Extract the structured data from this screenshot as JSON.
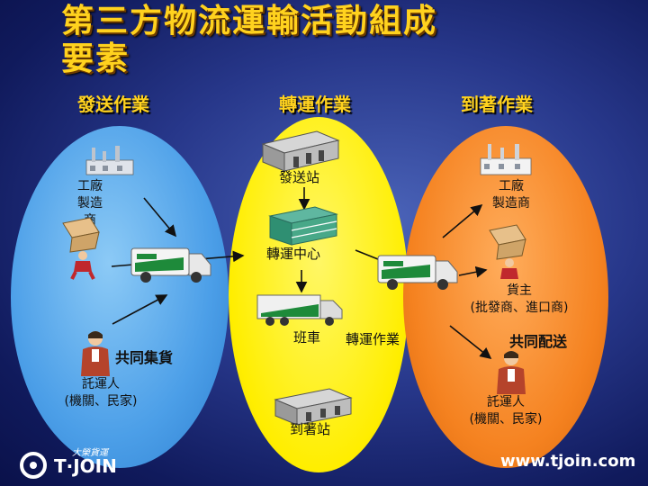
{
  "title": {
    "line1": "第三方物流運輸活動組成",
    "line2": "要素"
  },
  "columns": {
    "left": "發送作業",
    "middle": "轉運作業",
    "right": "到著作業"
  },
  "left": {
    "factory_label": "工廠\n製造\n商",
    "collect_label": "共同集貨",
    "shipper_label": "託運人\n(機關、民家)"
  },
  "middle": {
    "send_station": "發送站",
    "hub": "轉運中心",
    "truck_label": "班車",
    "transfer_label": "轉運作業",
    "arrive_station": "到著站"
  },
  "right": {
    "factory_label": "工廠\n製造商",
    "owner_label": "貨主\n(批發商、進口商)",
    "deliver_label": "共同配送",
    "consignee_label": "託運人\n(機關、民家)"
  },
  "footer": {
    "brand": "T·JOIN",
    "brand_cn": "大榮貨運",
    "url": "www.tjoin.com"
  },
  "colors": {
    "left_circle": "#5aa8ec",
    "middle_circle": "#fff200",
    "right_circle": "#f58220",
    "title": "#ffd21e"
  }
}
